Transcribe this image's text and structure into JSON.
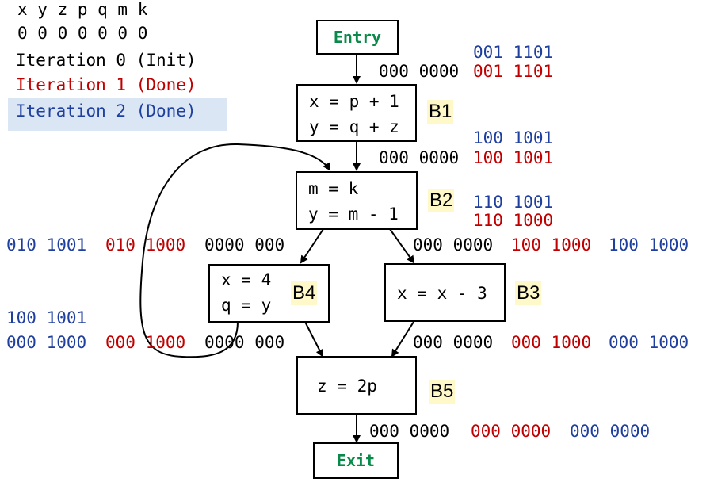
{
  "legend": {
    "vars": "x y z p q m k",
    "init_bits": "0 0 0 0 0 0 0",
    "iteration0": "Iteration 0 (Init)",
    "iteration1": "Iteration 1 (Done)",
    "iteration2": "Iteration 2 (Done)"
  },
  "colors": {
    "iteration0": "#000000",
    "iteration1": "#c00000",
    "iteration2": "#1f3f9f",
    "terminal_text": "#0a8a4a",
    "block_tag_bg": "#fff8c8",
    "legend_highlight": "#dbe6f4"
  },
  "nodes": {
    "entry": "Entry",
    "exit": "Exit",
    "b1": {
      "tag": "B1",
      "line1": "x = p + 1",
      "line2": "y = q + z"
    },
    "b2": {
      "tag": "B2",
      "line1": "m = k",
      "line2": "y = m - 1"
    },
    "b3": {
      "tag": "B3",
      "line1": "x = x - 3"
    },
    "b4": {
      "tag": "B4",
      "line1": "x = 4",
      "line2": "q = y"
    },
    "b5": {
      "tag": "B5",
      "line1": "z = 2p"
    }
  },
  "edge_values": {
    "entry_b1": {
      "blue_top": "001 1101",
      "init": "000 0000",
      "red": "001 1101"
    },
    "b1_b2": {
      "blue_top": "100 1001",
      "init": "000 0000",
      "red": "100 1001"
    },
    "b2_out": {
      "blue": "110 1001",
      "red": "110 1000"
    },
    "b2_b4": {
      "blue": "010 1001",
      "red": "010 1000",
      "init": "0000 000"
    },
    "b2_b3": {
      "init": "000 0000",
      "red": "100 1000",
      "blue": "100 1000"
    },
    "b4_in": {
      "blue": "100 1001"
    },
    "b4_b5": {
      "blue": "000 1000",
      "red": "000 1000",
      "init": "0000 000"
    },
    "b3_b5": {
      "init": "000 0000",
      "red": "000 1000",
      "blue": "000 1000"
    },
    "b5_exit": {
      "init": "000 0000",
      "red": "000 0000",
      "blue": "000 0000"
    }
  }
}
